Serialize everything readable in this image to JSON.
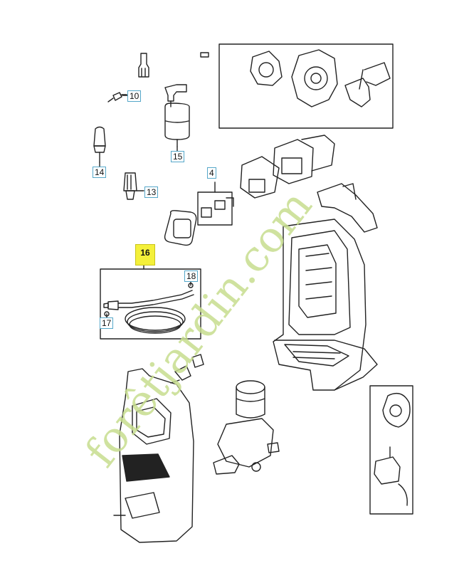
{
  "callouts": {
    "c10": "10",
    "c15": "15",
    "c14": "14",
    "c13": "13",
    "c4": "4",
    "c16": "16",
    "c18": "18",
    "c17": "17"
  },
  "watermark": {
    "text": "forêtjardin.com",
    "color": "#c7de8f",
    "accent": "#f2b15a"
  },
  "colors": {
    "line": "#222222",
    "callout_border": "#55a7c9",
    "highlight": "#f4f03a"
  }
}
